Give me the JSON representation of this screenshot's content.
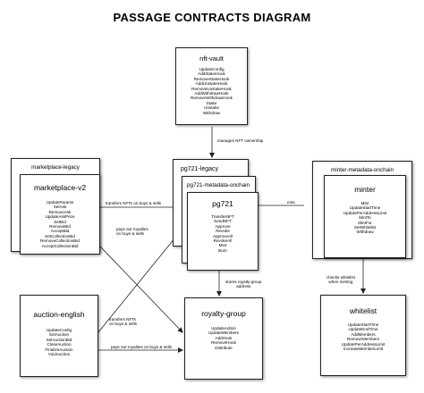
{
  "diagram_title": "PASSAGE CONTRACTS DIAGRAM",
  "boxes": {
    "nft_vault": {
      "title": "nft-vault",
      "methods": [
        "UpdateConfig",
        "AddStakeHook",
        "RemoveStakeHook",
        "AddUnstakeHook",
        "RemoveUnstakeHook",
        "AddWithdrawHook",
        "RemoveWithdrawHook",
        "Stake",
        "Unstake",
        "Withdraw"
      ]
    },
    "marketplace_legacy": {
      "title": "marketplace-legacy"
    },
    "marketplace_v2": {
      "title": "marketplace-v2",
      "methods": [
        "UpdateParams",
        "SetAsk",
        "RemoveAsk",
        "UpdateAskPrice",
        "SetBid",
        "RemoveBid",
        "AcceptBid",
        "SetCollectionBid",
        "RemoveCollectionBid",
        "AcceptCollectionBid"
      ]
    },
    "pg721_legacy": {
      "title": "pg721-legacy"
    },
    "pg721_metadata_onchain": {
      "title": "pg721-metadata-onchain"
    },
    "pg721": {
      "title": "pg721",
      "methods": [
        "TransferNFT",
        "SendNFT",
        "Approve",
        "Revoke",
        "ApproveAll",
        "RevokeAll",
        "Mint",
        "Burn"
      ]
    },
    "minter_metadata_onchain": {
      "title": "minter-metadata-onchain"
    },
    "minter": {
      "title": "minter",
      "methods": [
        "Mint",
        "UpdateStartTime",
        "UpdatePerAddressLimit",
        "MintTo",
        "MintFor",
        "SetWhitelist",
        "Withdraw"
      ]
    },
    "auction_english": {
      "title": "auction-english",
      "methods": [
        "UpdateConfig",
        "SetAuction",
        "SetAuctionBid",
        "CloseAuction",
        "FinalizeAuction",
        "VoidAuction"
      ]
    },
    "royalty_group": {
      "title": "royalty-group",
      "methods": [
        "UpdateAdmin",
        "UpdateMembers",
        "AddHook",
        "RemoveHook",
        "Distribute"
      ]
    },
    "whitelist": {
      "title": "whitelist",
      "methods": [
        "UpdateStartTime",
        "UpdateEndTime",
        "AddMembers",
        "RemoveMembers",
        "UpdatePerAddressLimit",
        "IncreaseMemberLimit"
      ]
    }
  },
  "edges": {
    "manages_nft_ownership": "manages NFT ownership",
    "transfers_nfts_market": "transfers NFTs on buys & sells",
    "pays_out_royalties_market": [
      "pays out royalties",
      "on buys & sells"
    ],
    "mint": "mint",
    "stores_royalty_group": [
      "stores royalty-group",
      "address"
    ],
    "checks_whitelist": [
      "checks whitelist",
      "when minting"
    ],
    "transfers_nfts_auction": [
      "transfers NFTs",
      "on buys & sells"
    ],
    "pays_out_royalties_auction": "pays out royalties on buys & sells"
  }
}
